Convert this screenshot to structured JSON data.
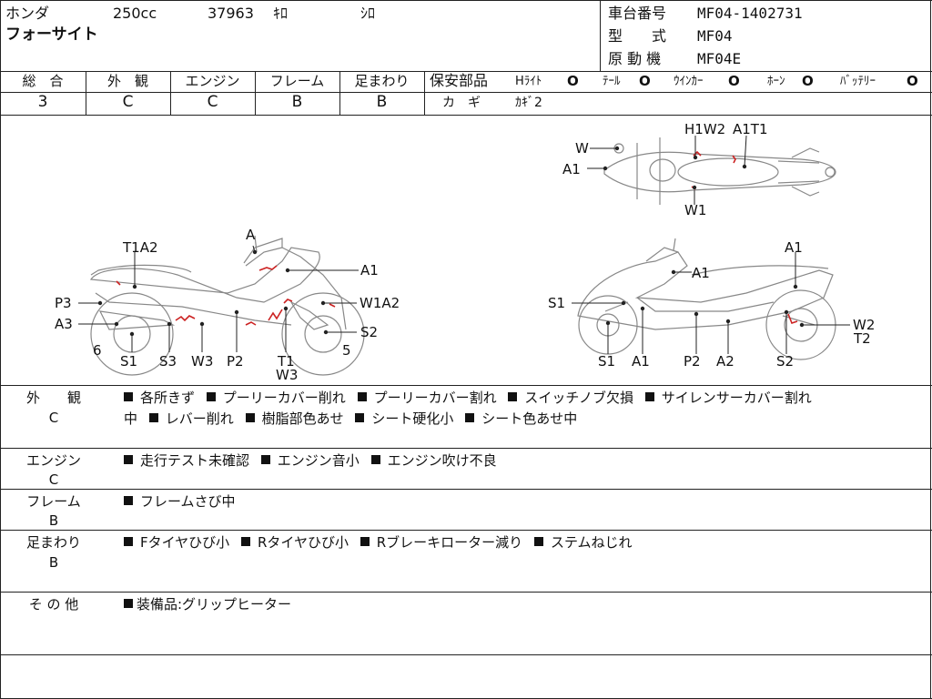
{
  "header": {
    "maker": "ホンダ",
    "displacement": "250cc",
    "mileage_value": "37963",
    "mileage_unit": "ｷﾛ",
    "color": "ｼﾛ",
    "model_name": "フォーサイト",
    "frame_no_label": "車台番号",
    "frame_no": "MF04-1402731",
    "type_label": "型　　式",
    "type": "MF04",
    "engine_label": "原 動 機",
    "engine": "MF04E"
  },
  "grades": [
    {
      "label": "総　合",
      "value": "3"
    },
    {
      "label": "外　観",
      "value": "C"
    },
    {
      "label": "エンジン",
      "value": "C"
    },
    {
      "label": "フレーム",
      "value": "B"
    },
    {
      "label": "足まわり",
      "value": "B"
    }
  ],
  "safety": {
    "label": "保安部品",
    "items": [
      {
        "label": "Hﾗｲﾄ",
        "mark": "O"
      },
      {
        "label": "ﾃｰﾙ",
        "mark": "O"
      },
      {
        "label": "ｳｲﾝｶｰ",
        "mark": "O"
      },
      {
        "label": "ﾎｰﾝ",
        "mark": "O"
      },
      {
        "label": "ﾊﾞｯﾃﾘｰ",
        "mark": "O"
      }
    ],
    "key_label": "カ　ギ",
    "key_value": "ｶｷﾞ2"
  },
  "diagram_labels": {
    "top_view": [
      "W",
      "A1",
      "H1W2",
      "A1T1",
      "W1"
    ],
    "left_view": [
      "A",
      "T1A2",
      "A1",
      "P3",
      "W1A2",
      "A3",
      "S2",
      "6",
      "5",
      "S1",
      "S3",
      "W3",
      "P2",
      "T1",
      "W3"
    ],
    "right_view": [
      "A1",
      "A1",
      "S1",
      "W2",
      "T2",
      "S1",
      "A1",
      "P2",
      "A2",
      "S2"
    ]
  },
  "remarks": [
    {
      "label": "外　　観",
      "grade": "C",
      "lines": [
        [
          "各所きず",
          "プーリーカバー削れ",
          "プーリーカバー割れ",
          "スイッチノブ欠損",
          "サイレンサーカバー割れ"
        ],
        [
          "中",
          "レバー削れ",
          "樹脂部色あせ",
          "シート硬化小",
          "シート色あせ中"
        ]
      ]
    },
    {
      "label": "エンジン",
      "grade": "C",
      "lines": [
        [
          "走行テスト未確認",
          "エンジン音小",
          "エンジン吹け不良"
        ]
      ]
    },
    {
      "label": "フレーム",
      "grade": "B",
      "lines": [
        [
          "フレームさび中"
        ]
      ]
    },
    {
      "label": "足まわり",
      "grade": "B",
      "lines": [
        [
          "Fタイヤひび小",
          "Rタイヤひび小",
          "Rブレーキローター減り",
          "ステムねじれ"
        ]
      ]
    },
    {
      "label": "そ の 他",
      "grade": "",
      "lines": [
        [
          "装備品:グリップヒーター"
        ]
      ]
    }
  ],
  "colors": {
    "damage_mark": "#cc2222",
    "line": "#222222"
  }
}
